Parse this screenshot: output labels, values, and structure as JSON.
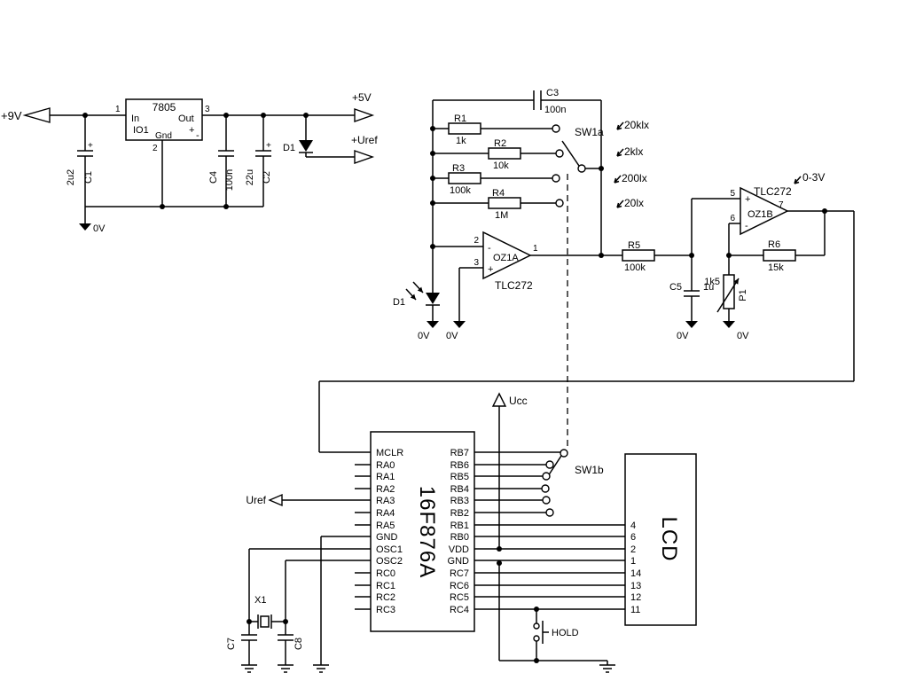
{
  "colors": {
    "ink": "#000000",
    "background": "#ffffff"
  },
  "power": {
    "input_label": "+9V",
    "regulator": {
      "part": "7805",
      "ref": "IO1",
      "pin_in_label": "In",
      "pin_out_label": "Out",
      "pin_gnd_label": "Gnd",
      "pin_in_num": "1",
      "pin_out_num": "3",
      "pin_gnd_num": "2",
      "plus_mark": "+",
      "minus_mark": "-"
    },
    "c1": {
      "ref": "C1",
      "value": "2u2",
      "polarity": "+"
    },
    "c2": {
      "ref": "C2",
      "value": "22u",
      "polarity": "+"
    },
    "c4": {
      "ref": "C4",
      "value": "100n"
    },
    "d1_ref": "D1",
    "rail_5v_label": "+5V",
    "rail_uref_label": "+Uref",
    "gnd_label": "0V"
  },
  "analog": {
    "c3": {
      "ref": "C3",
      "value": "100n"
    },
    "r1": {
      "ref": "R1",
      "value": "1k"
    },
    "r2": {
      "ref": "R2",
      "value": "10k"
    },
    "r3": {
      "ref": "R3",
      "value": "100k"
    },
    "r4": {
      "ref": "R4",
      "value": "1M"
    },
    "range_switch_label": "SW1a",
    "ranges": [
      "20klx",
      "2klx",
      "200lx",
      "20lx"
    ],
    "opamp_a": {
      "ref": "OZ1A",
      "part": "TLC272",
      "pin_inverting": "2",
      "pin_noninverting": "3",
      "pin_output": "1",
      "minus": "-",
      "plus": "+"
    },
    "photodiode_ref": "D1",
    "r5": {
      "ref": "R5",
      "value": "100k"
    },
    "opamp_b": {
      "ref": "OZ1B",
      "part": "TLC272",
      "pin_noninverting": "5",
      "pin_inverting": "6",
      "pin_output": "7",
      "minus": "-",
      "plus": "+"
    },
    "c5": {
      "ref": "C5",
      "value": "1u"
    },
    "p1": {
      "ref": "P1",
      "value": "1k5"
    },
    "r6": {
      "ref": "R6",
      "value": "15k"
    },
    "output_label": "0-3V",
    "gnd_label": "0V"
  },
  "mcu": {
    "part": "16F876A",
    "left_pins": [
      "MCLR",
      "RA0",
      "RA1",
      "RA2",
      "RA3",
      "RA4",
      "RA5",
      "GND",
      "OSC1",
      "OSC2",
      "RC0",
      "RC1",
      "RC2",
      "RC3"
    ],
    "right_pins": [
      "RB7",
      "RB6",
      "RB5",
      "RB4",
      "RB3",
      "RB2",
      "RB1",
      "RB0",
      "VDD",
      "GND",
      "RC7",
      "RC6",
      "RC5",
      "RC4"
    ],
    "supply_label": "Ucc",
    "uref_label": "Uref",
    "crystal_ref": "X1",
    "c7_ref": "C7",
    "c8_ref": "C8",
    "switch_label": "SW1b",
    "hold_button_label": "HOLD"
  },
  "lcd": {
    "label": "LCD",
    "pins": [
      "4",
      "6",
      "2",
      "1",
      "14",
      "13",
      "12",
      "11"
    ]
  }
}
